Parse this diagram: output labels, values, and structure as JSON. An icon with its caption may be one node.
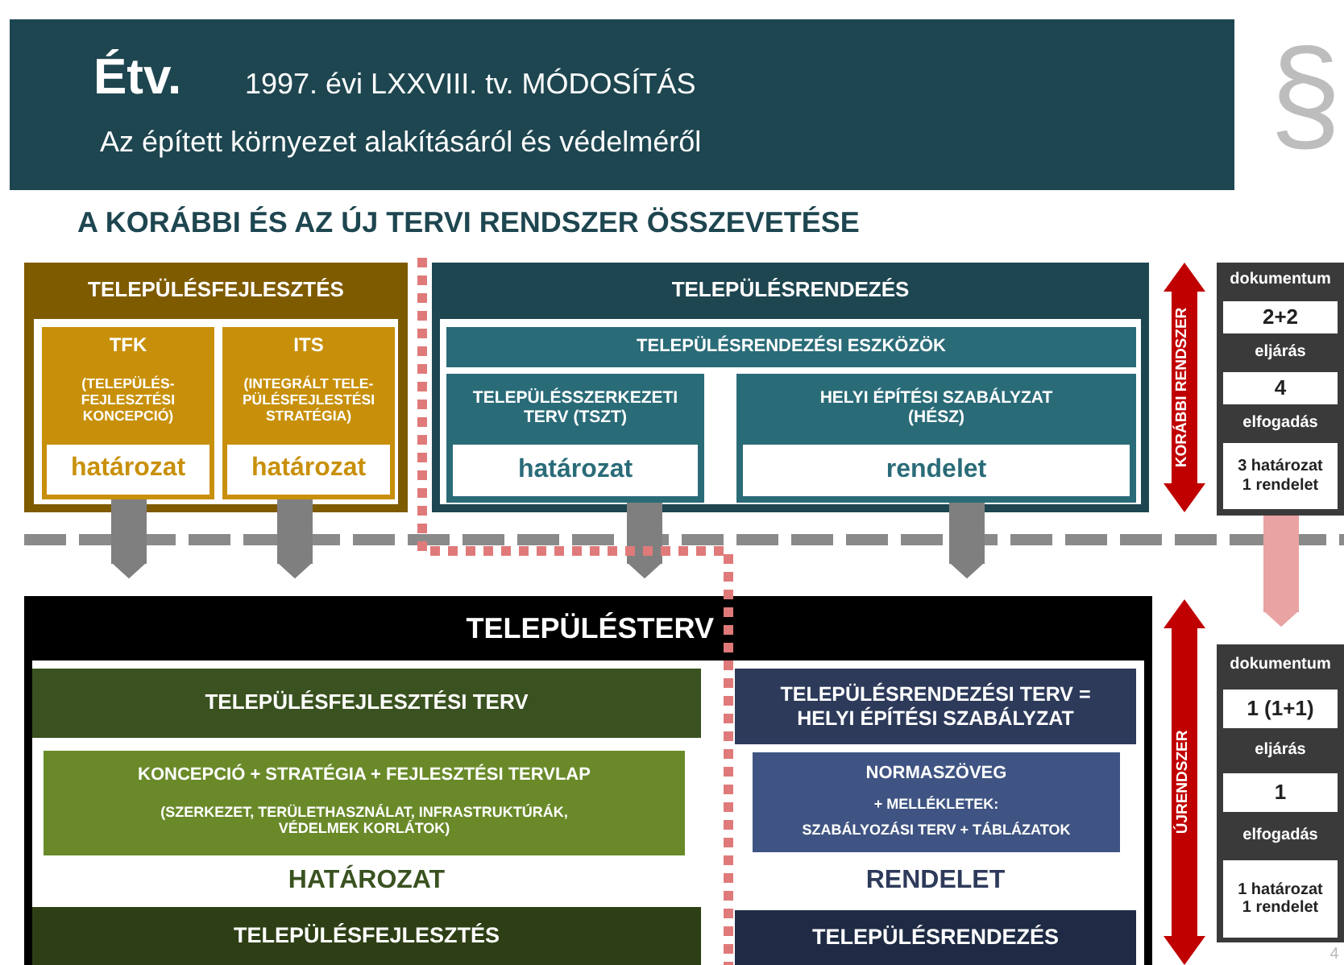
{
  "diagram": {
    "title": "A KORÁBBI ÉS AZ ÚJ TERVI RENDSZER ÖSSZEVETÉSE",
    "nodes": [
      {
        "text": [
          "Étv.",
          "1997. évi LXXVIII. tv. MÓDOSÍTÁS",
          "Az épített környezet alakításáról és védelméről"
        ]
      },
      {
        "text": [
          "TELEPÜLÉSFEJLESZTÉS"
        ]
      },
      {
        "text": [
          "TFK",
          "(TELEPÜLÉS-FEJLESZTÉSI KONCEPCIÓ)",
          "határozat"
        ],
        "in": 1
      },
      {
        "text": [
          "ITS",
          "(INTEGRÁLT TELE-PÜLÉSFEJLESTÉSI STRATÉGIA)",
          "határozat"
        ],
        "in": 1
      },
      {
        "text": [
          "TELEPÜLÉSRENDEZÉS"
        ]
      },
      {
        "text": [
          "TELEPÜLÉSRENDEZÉSI ESZKÖZÖK"
        ],
        "in": 4
      },
      {
        "text": [
          "TELEPÜLÉSSZERKEZETI TERV (TSZT)",
          "határozat"
        ],
        "in": 4
      },
      {
        "text": [
          "HELYI ÉPÍTÉSI SZABÁLYZAT (HÉSZ)",
          "rendelet"
        ],
        "in": 4
      },
      {
        "text": [
          "dokumentum",
          "2+2",
          "eljárás",
          "4",
          "elfogadás",
          "3 határozat 1 rendelet"
        ]
      },
      {
        "text": [
          "TELEPÜLÉSTERV"
        ]
      },
      {
        "text": [
          "TELEPÜLÉSFEJLESZTÉSI TERV",
          "HATÁROZAT",
          "TELEPÜLÉSFEJLESZTÉS"
        ],
        "in": 9
      },
      {
        "text": [
          "KONCEPCIÓ + STRATÉGIA + FEJLESZTÉSI TERVLAP",
          "(SZERKEZET, TERÜLETHASZNÁLAT, INFRASTRUKTÚRÁK, VÉDELMEK KORLÁTOK)"
        ],
        "in": 10
      },
      {
        "text": [
          "TELEPÜLÉSRENDEZÉSI TERV = HELYI ÉPÍTÉSI SZABÁLYZAT",
          "RENDELET",
          "TELEPÜLÉSRENDEZÉS"
        ],
        "in": 9
      },
      {
        "text": [
          "NORMASZÖVEG",
          "+ MELLÉKLETEK:",
          "SZABÁLYOZÁSI TERV + TÁBLÁZATOK"
        ],
        "in": 12
      },
      {
        "text": [
          "dokumentum",
          "1 (1+1)",
          "eljárás",
          "1",
          "elfogadás",
          "1 határozat 1 rendelet"
        ]
      }
    ],
    "edges": [
      {
        "from": 2,
        "to": 9,
        "arrow": "to"
      },
      {
        "from": 3,
        "to": 9,
        "arrow": "to"
      },
      {
        "from": 6,
        "to": 9,
        "arrow": "to"
      },
      {
        "from": 7,
        "to": 9,
        "arrow": "to"
      },
      {
        "from": 8,
        "to": 14,
        "arrow": "to",
        "color": "#eaa3a3"
      }
    ],
    "labels": [
      "§",
      "KORÁBBI RENDSZER",
      "ÚJRENDSZER",
      "4"
    ]
  }
}
